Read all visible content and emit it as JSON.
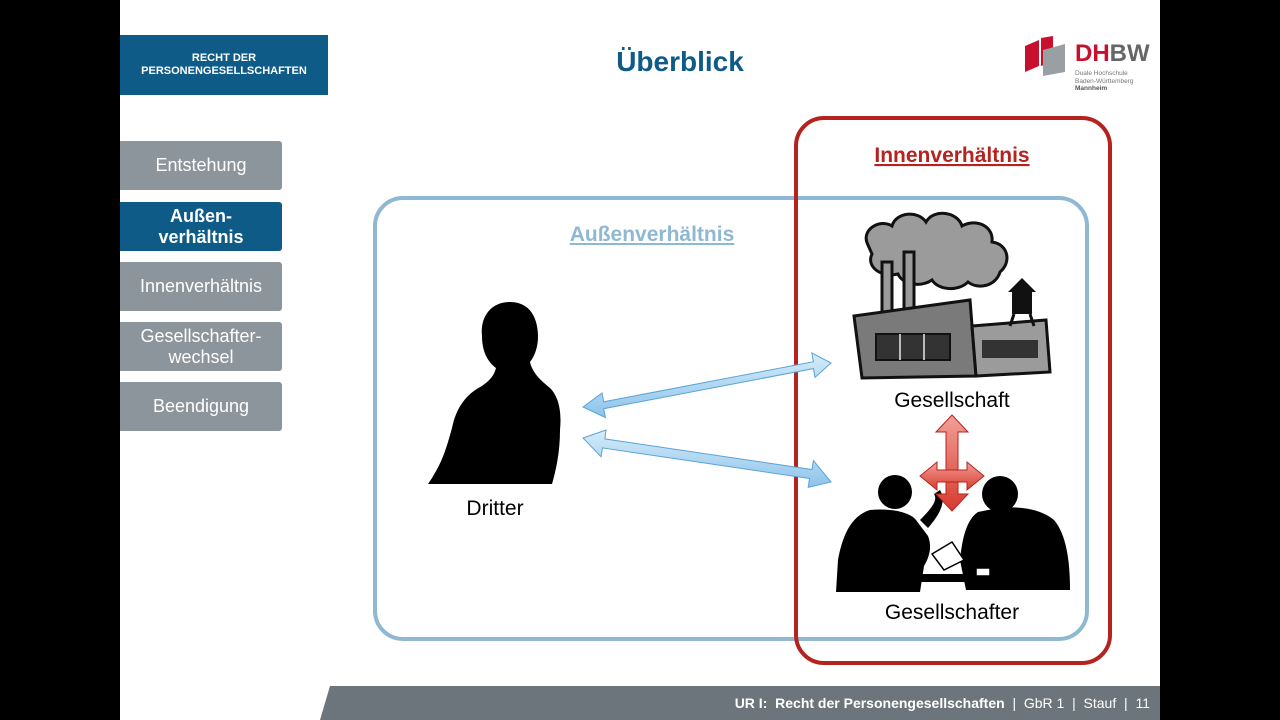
{
  "header": {
    "line1": "RECHT DER",
    "line2": "PERSONENGESELLSCHAFTEN"
  },
  "title": "Überblick",
  "logo": {
    "brand_dh": "DH",
    "brand_bw": "BW",
    "sub1": "Duale Hochschule",
    "sub2": "Baden-Württemberg",
    "sub3": "Mannheim"
  },
  "nav": [
    {
      "label": "Entstehung",
      "active": false
    },
    {
      "label1": "Außen-",
      "label2": "verhältnis",
      "active": true
    },
    {
      "label": "Innenverhältnis",
      "active": false
    },
    {
      "label1": "Gesellschafter-",
      "label2": "wechsel",
      "active": false
    },
    {
      "label": "Beendigung",
      "active": false
    }
  ],
  "diagram": {
    "outer_label": "Außenverhältnis",
    "inner_label": "Innenverhältnis",
    "dritter": "Dritter",
    "gesellschaft": "Gesellschaft",
    "gesellschafter": "Gesellschafter",
    "colors": {
      "outer": "#8fb8d2",
      "inner": "#b5231f",
      "blue_arrow": "#a9d5f2",
      "red_arrow": "#e05244"
    }
  },
  "footer": {
    "course": "UR I:",
    "topic": "Recht der Personengesellschaften",
    "sep": "|",
    "module": "GbR 1",
    "author": "Stauf",
    "page": "11"
  }
}
